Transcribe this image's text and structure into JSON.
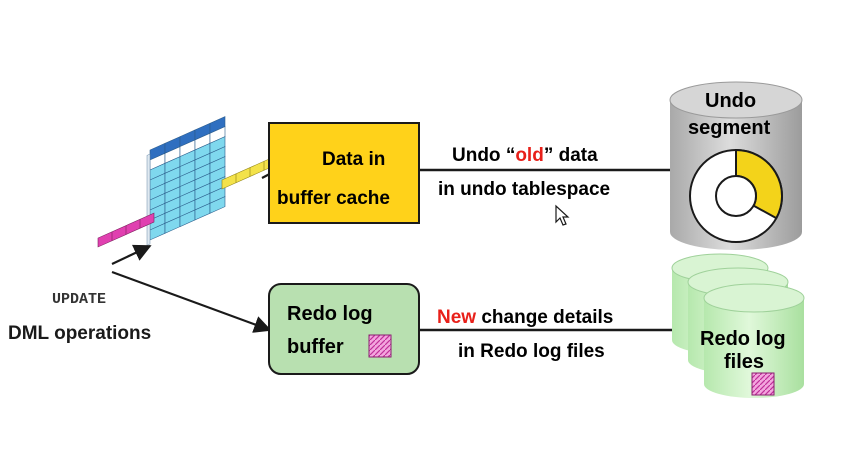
{
  "operation": {
    "keyword": "UPDATE",
    "label": "DML operations"
  },
  "buffer_cache_box": {
    "line1": "Data in",
    "line2": "buffer cache",
    "fill": "#ffd21a"
  },
  "redo_log_buffer_box": {
    "line1": "Redo log",
    "line2": "buffer",
    "fill": "#b8e0b0"
  },
  "undo_connector": {
    "line1_before": "Undo “",
    "line1_highlight": "old",
    "line1_after": "” data",
    "line2": "in undo tablespace"
  },
  "redo_connector": {
    "line1_highlight": "New",
    "line1_rest": " change details",
    "line2": "in Redo log files"
  },
  "undo_segment": {
    "line1": "Undo",
    "line2": "segment",
    "filled_fraction": 0.33
  },
  "redo_log_files": {
    "line1": "Redo log",
    "line2": "files"
  },
  "colors": {
    "highlight_red": "#e8201a",
    "cylinder_gray": "#c8c8c8",
    "cylinder_green": "#c9efc2",
    "grid_cyan": "#7fd8ee",
    "grid_blue": "#2f6fc0",
    "row_magenta": "#e040b0",
    "row_yellow": "#f3e24a",
    "pattern_pink": "#e060c0"
  },
  "icons": {
    "table_graphic": "table-grid-icon",
    "mouse_cursor": "mouse-pointer-icon"
  }
}
